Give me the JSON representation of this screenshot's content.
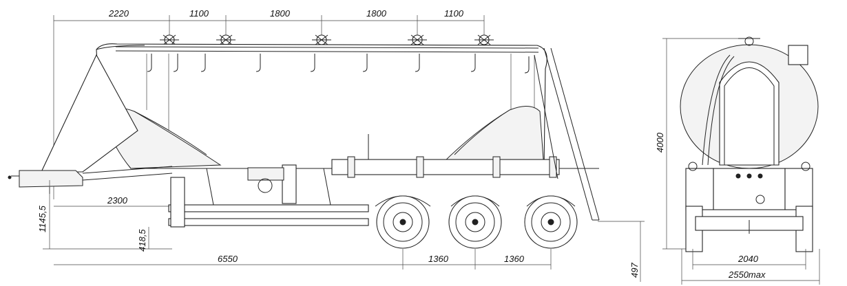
{
  "dimensions": {
    "top": [
      "2220",
      "1100",
      "1800",
      "1800",
      "1100"
    ],
    "front_overhang": "2300",
    "overall_length": "6550",
    "axle_spacing_1": "1360",
    "axle_spacing_2": "1360",
    "height_total": "1145,5",
    "frame_height": "418,5",
    "ground_clearance": "497",
    "tank_height": "4000",
    "track_width": "2040",
    "overall_width": "2550max"
  }
}
